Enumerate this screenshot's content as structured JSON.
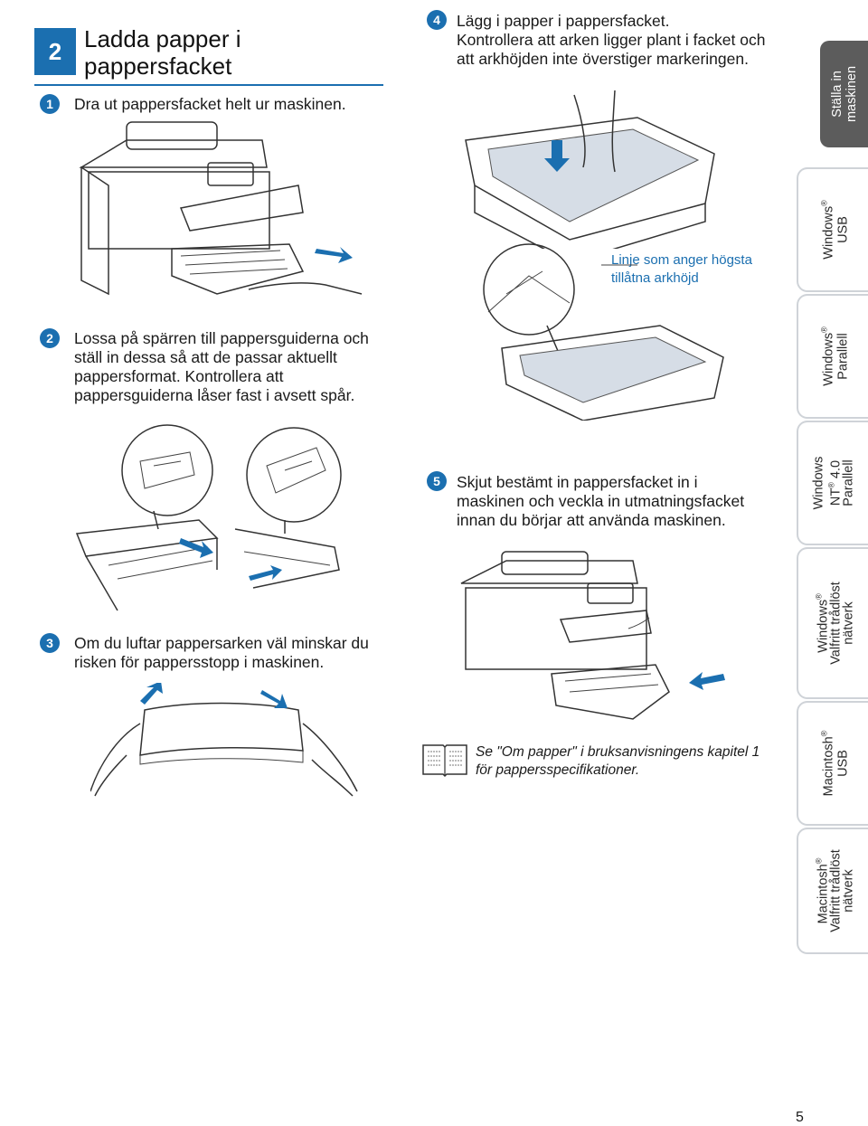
{
  "section": {
    "number": "2",
    "title_line1": "Ladda papper i",
    "title_line2": "pappersfacket"
  },
  "steps": [
    {
      "marker": "1",
      "text": "Dra ut pappersfacket helt ur maskinen."
    },
    {
      "marker": "2",
      "lines": [
        "Lossa på spärren till pappersguiderna och",
        "ställ in dessa så att de passar aktuellt",
        "pappersformat. Kontrollera att",
        "pappersguiderna låser fast i avsett spår."
      ]
    },
    {
      "marker": "3",
      "lines": [
        "Om du luftar pappersarken väl minskar du",
        "risken för pappersstopp i maskinen."
      ]
    },
    {
      "marker": "4",
      "lines": [
        "Lägg i papper i pappersfacket.",
        "Kontrollera att arken ligger plant i facket och",
        "att arkhöjden inte överstiger markeringen."
      ]
    },
    {
      "marker": "5",
      "lines": [
        "Skjut bestämt in pappersfacket in i",
        "maskinen och veckla in utmatningsfacket",
        "innan du börjar att använda maskinen."
      ]
    }
  ],
  "callout": {
    "line1": "Linje som anger högsta",
    "line2": "tillåtna arkhöjd"
  },
  "note": {
    "icon": "manual-book-icon",
    "line1": "Se \"Om papper\" i bruksanvisningens kapitel 1",
    "line2": "för pappersspecifikationer."
  },
  "side_tabs": {
    "active": {
      "line1": "Ställa in",
      "line2": "maskinen"
    },
    "tabs": [
      {
        "line1": "Windows",
        "sup": "®",
        "line2": "USB"
      },
      {
        "line1": "Windows",
        "sup": "®",
        "line2": "Parallell"
      },
      {
        "line1": "Windows",
        "line2": "NT",
        "sup2": "®",
        "line2b": " 4.0",
        "line3": "Parallell"
      },
      {
        "line1": "Windows",
        "sup": "®",
        "line2": "Valfritt trådlöst",
        "line3": "nätverk"
      },
      {
        "line1": "Macintosh",
        "sup": "®",
        "line2": "USB"
      },
      {
        "line1": "Macintosh",
        "sup": "®",
        "line2": "Valfritt trådlöst",
        "line3": "nätverk"
      }
    ]
  },
  "page_number": "5",
  "colors": {
    "accent": "#1b6fb0",
    "tab_active": "#5c5c5c",
    "tab_border": "#cfd3d8"
  }
}
